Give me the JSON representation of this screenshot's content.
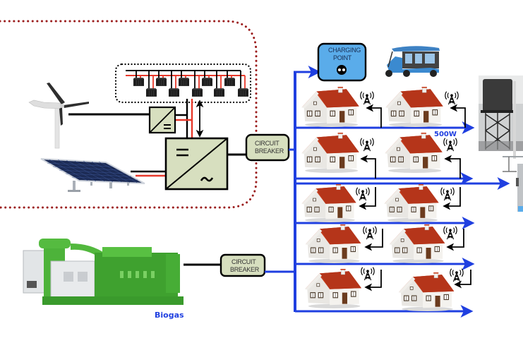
{
  "diagram": {
    "title": "Hybrid renewable microgrid",
    "labels": {
      "circuit_breaker_top_line1": "CIRCUIT",
      "circuit_breaker_top_line2": "BREAKER",
      "circuit_breaker_bottom_line1": "CIRCUIT",
      "circuit_breaker_bottom_line2": "BREAKER",
      "charging_point_line1": "CHARGING",
      "charging_point_line2": "POINT",
      "biogas": "Biogas",
      "power_rating": "500W"
    },
    "components": [
      {
        "id": "wind-turbine",
        "type": "generation"
      },
      {
        "id": "solar-panel",
        "type": "generation"
      },
      {
        "id": "battery-bank",
        "type": "storage",
        "battery_count": 10
      },
      {
        "id": "ac-dc-converter",
        "type": "converter",
        "symbols": [
          "/",
          "="
        ]
      },
      {
        "id": "inverter",
        "type": "converter",
        "symbols": [
          "=",
          "~"
        ]
      },
      {
        "id": "circuit-breaker-renewables",
        "type": "protection"
      },
      {
        "id": "biogas-generator",
        "type": "generation"
      },
      {
        "id": "circuit-breaker-biogas",
        "type": "protection"
      },
      {
        "id": "charging-point",
        "type": "load"
      },
      {
        "id": "electric-rickshaw",
        "type": "load"
      },
      {
        "id": "water-tower-pump",
        "type": "load"
      }
    ],
    "houses": {
      "count": 10,
      "rows": 5,
      "per_row": 2,
      "each_has_antenna": true
    },
    "colors": {
      "ac_bus": "#1f3fe0",
      "dc_positive": "#e8392b",
      "dc_negative": "#000000",
      "renewable_boundary": "#9b1c1c",
      "converter_fill": "#d7dfbf",
      "charging_point_fill": "#5aacea",
      "label_blue": "#1f3fe0"
    }
  }
}
